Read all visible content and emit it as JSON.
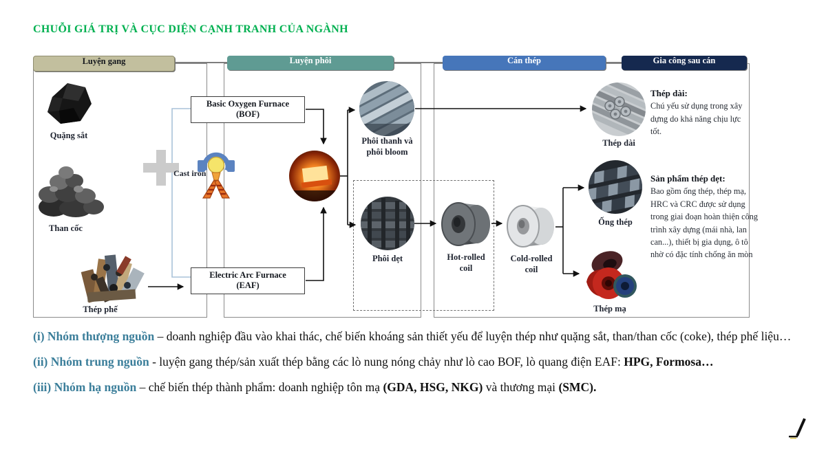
{
  "title": "CHUỖI GIÁ TRỊ VÀ CỤC DIỆN CẠNH TRANH CỦA NGÀNH",
  "colors": {
    "title_green": "#00b050",
    "stage1_bg": "#c2bf9e",
    "stage2_bg": "#5f9b93",
    "stage3_bg": "#4676ba",
    "stage4_bg": "#15294f",
    "footnote_accent": "#3b7e9a"
  },
  "stages": {
    "s1": "Luyện gang",
    "s2": "Luyện phôi",
    "s3": "Cán thép",
    "s4": "Gia công sau cán"
  },
  "diagram": {
    "plus_sign": "+",
    "inputs": {
      "ore": "Quặng sắt",
      "coke": "Than cốc",
      "scrap": "Thép phế"
    },
    "cast_iron": "Cast iron",
    "bof": {
      "l1": "Basic Oxygen Furnace",
      "l2": "(BOF)"
    },
    "eaf": {
      "l1": "Electric Arc Furnace",
      "l2": "(EAF)"
    },
    "billet": {
      "l1": "Phôi thanh và",
      "l2": "phôi bloom"
    },
    "slab": "Phôi dẹt",
    "hrc": {
      "l1": "Hot-rolled",
      "l2": "coil"
    },
    "crc": {
      "l1": "Cold-rolled",
      "l2": "coil"
    },
    "long_steel": "Thép dài",
    "pipe": "Ống thép",
    "coated": "Thép mạ",
    "long_note": {
      "heading": "Thép dài:",
      "body": "Chú yếu sử dụng trong xây dựng do khả năng chịu lực tốt."
    },
    "flat_note": {
      "heading": "Sản phẩm thép dẹt:",
      "body": "Bao gồm ống thép, thép mạ, HRC và CRC được sử dụng trong giai đoạn hoàn thiện công trình xây dựng (mái nhà, lan can...), thiết bị gia dụng, ô tô nhờ có đặc tính chống ăn mòn"
    }
  },
  "footnotes": [
    {
      "segments": [
        {
          "t": "(i) Nhóm thượng nguồn",
          "style": "lead"
        },
        {
          "t": " – doanh nghiệp đầu vào khai thác, chế biến khoáng sản thiết yếu để luyện thép như quặng sắt, than/than cốc (coke), thép phế liệu…",
          "style": "plain"
        }
      ]
    },
    {
      "segments": [
        {
          "t": "(ii) Nhóm trung nguồn",
          "style": "lead"
        },
        {
          "t": " - luyện gang thép/sản xuất thép bằng các lò nung nóng chảy như lò cao BOF, lò quang điện EAF: ",
          "style": "plain"
        },
        {
          "t": "HPG, Formosa…",
          "style": "bold"
        }
      ]
    },
    {
      "segments": [
        {
          "t": "(iii) Nhóm hạ nguồn",
          "style": "lead"
        },
        {
          "t": " – chế biến thép thành phẩm: doanh nghiệp tôn mạ ",
          "style": "plain"
        },
        {
          "t": "(GDA, HSG, NKG)",
          "style": "bold"
        },
        {
          "t": " và thương mại ",
          "style": "plain"
        },
        {
          "t": "(SMC).",
          "style": "bold"
        }
      ]
    }
  ]
}
